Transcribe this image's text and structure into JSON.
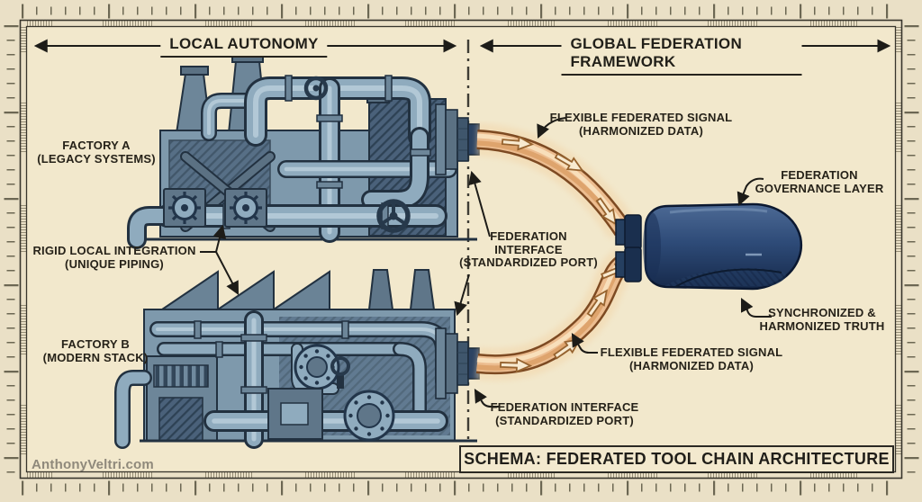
{
  "headers": {
    "local": "LOCAL AUTONOMY",
    "global": "GLOBAL FEDERATION FRAMEWORK"
  },
  "labels": {
    "factory_a": {
      "line1": "FACTORY A",
      "line2": "(LEGACY SYSTEMS)"
    },
    "rigid_integration": {
      "line1": "RIGID LOCAL INTEGRATION",
      "line2": "(UNIQUE PIPING)"
    },
    "factory_b": {
      "line1": "FACTORY B",
      "line2": "(MODERN STACK)"
    },
    "signal_top": {
      "line1": "FLEXIBLE FEDERATED SIGNAL",
      "line2": "(HARMONIZED DATA)"
    },
    "federation_interface_mid": {
      "line1": "FEDERATION",
      "line2": "INTERFACE",
      "line3": "(STANDARDIZED PORT)"
    },
    "governance_layer": {
      "line1": "FEDERATION",
      "line2": "GOVERNANCE LAYER"
    },
    "synchronized_truth": {
      "line1": "SYNCHRONIZED &",
      "line2": "HARMONIZED TRUTH"
    },
    "signal_bottom": {
      "line1": "FLEXIBLE FEDERATED SIGNAL",
      "line2": "(HARMONIZED DATA)"
    },
    "federation_interface_bottom": {
      "line1": "FEDERATION INTERFACE",
      "line2": "(STANDARDIZED PORT)"
    }
  },
  "title_block": {
    "text": "SCHEMA: FEDERATED TOOL CHAIN ARCHITECTURE"
  },
  "watermark": "AnthonyVeltri.com",
  "icons": {
    "flow_arrow": "outlined chevron arrow inside signal tubes",
    "leader_arrowhead": "solid black triangle on callout leader lines",
    "span_arrow": "double-headed header span arrow"
  },
  "colors": {
    "paper": "#f2e8cc",
    "paper_margin": "#eae0c6",
    "ink": "#26231d",
    "machine_blue": "#8aa6ba",
    "machine_dark": "#2f4456",
    "signal_orange": "#ecbd90",
    "signal_outline": "#7d4a22",
    "capsule_navy": "#2d4a77"
  }
}
